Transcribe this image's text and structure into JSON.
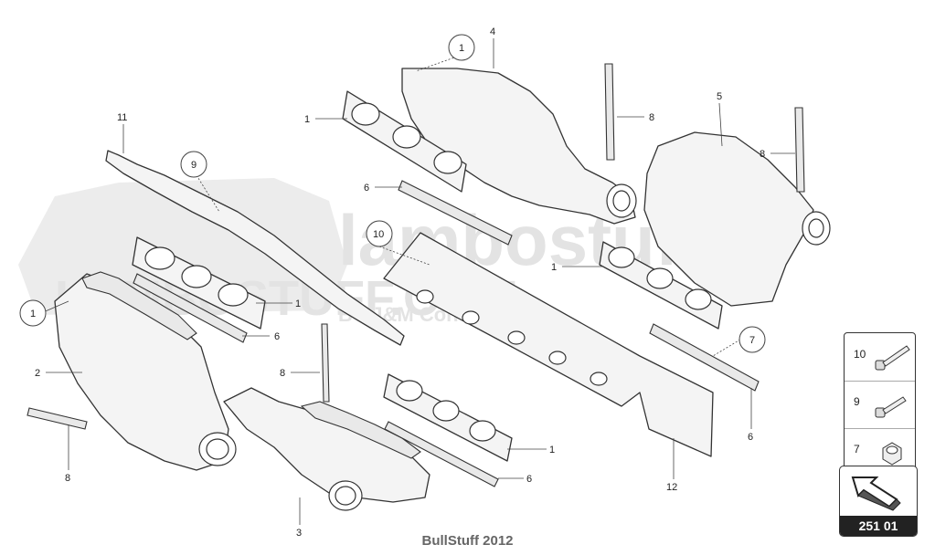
{
  "watermark": {
    "brand": "lambostuff",
    "url": "LAMBOSTUFF.COM",
    "byline": "BY J&M Concepts"
  },
  "callouts": [
    {
      "id": "c4",
      "text": "4"
    },
    {
      "id": "c1a",
      "text": "1"
    },
    {
      "id": "c1b",
      "text": "1"
    },
    {
      "id": "c8a",
      "text": "8"
    },
    {
      "id": "c5",
      "text": "5"
    },
    {
      "id": "c8b",
      "text": "8"
    },
    {
      "id": "c11",
      "text": "11"
    },
    {
      "id": "c9",
      "text": "9"
    },
    {
      "id": "c6a",
      "text": "6"
    },
    {
      "id": "c10",
      "text": "10"
    },
    {
      "id": "c1c",
      "text": "1"
    },
    {
      "id": "c1d",
      "text": "1"
    },
    {
      "id": "c1e",
      "text": "1"
    },
    {
      "id": "c6b",
      "text": "6"
    },
    {
      "id": "c7",
      "text": "7"
    },
    {
      "id": "c2",
      "text": "2"
    },
    {
      "id": "c8c",
      "text": "8"
    },
    {
      "id": "c6c",
      "text": "6"
    },
    {
      "id": "c1f",
      "text": "1"
    },
    {
      "id": "c6d",
      "text": "6"
    },
    {
      "id": "c12",
      "text": "12"
    },
    {
      "id": "c8d",
      "text": "8"
    },
    {
      "id": "c3",
      "text": "3"
    }
  ],
  "legend": [
    {
      "number": "10",
      "icon": "bolt-long-icon"
    },
    {
      "number": "9",
      "icon": "bolt-short-icon"
    },
    {
      "number": "7",
      "icon": "nut-icon"
    }
  ],
  "reference": {
    "label": "251 01",
    "icon": "arrow-up-left-icon"
  },
  "footer": "BullStuff 2012"
}
